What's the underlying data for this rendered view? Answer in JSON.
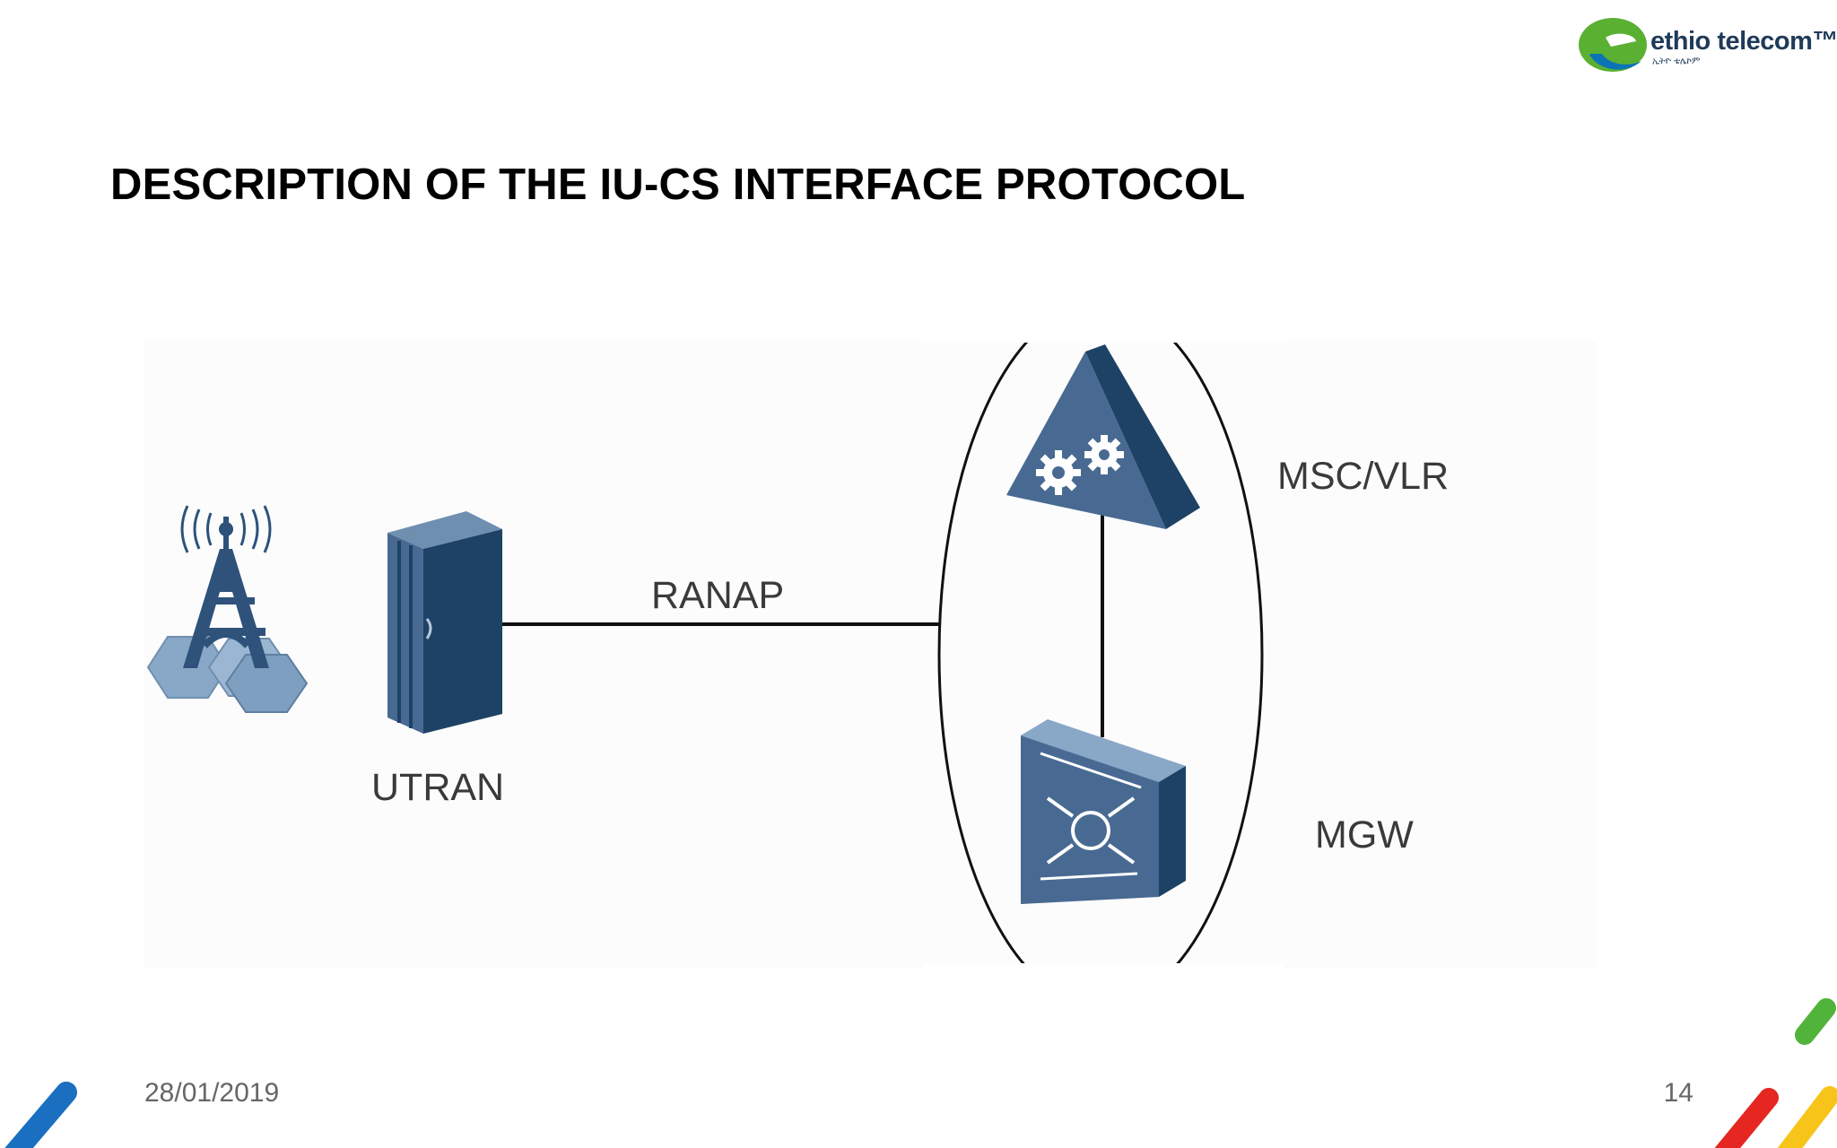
{
  "title": "DESCRIPTION OF THE IU-CS INTERFACE PROTOCOL",
  "logo": {
    "name": "ethio telecom™",
    "subtext": "ኢትዮ ቴሌኮም",
    "colors": {
      "green": "#5ab031",
      "blue": "#0c74b5"
    }
  },
  "diagram": {
    "nodes": {
      "base_station": {
        "icon": "antenna-tower-icon"
      },
      "utran": {
        "label": "UTRAN",
        "icon": "cabinet-icon"
      },
      "msc_vlr": {
        "label": "MSC/VLR",
        "icon": "gear-triangle-icon"
      },
      "mgw": {
        "label": "MGW",
        "icon": "switch-icon"
      }
    },
    "link_label": "RANAP",
    "colors": {
      "node": "#486a92",
      "node_dark": "#1e4266",
      "node_light": "#89a7c6",
      "line": "#111111"
    }
  },
  "footer": {
    "date": "28/01/2019",
    "page": "14"
  },
  "decor_colors": {
    "blue": "#1a6fc0",
    "green": "#52b33a",
    "red": "#e52621",
    "yellow": "#f7c51a"
  }
}
